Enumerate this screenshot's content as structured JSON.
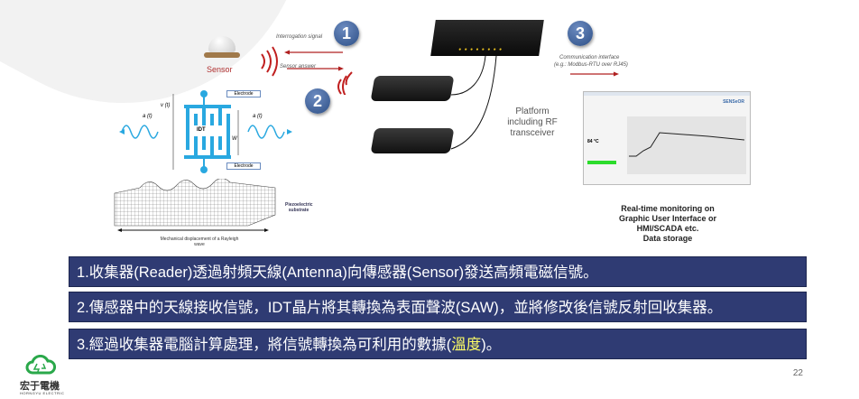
{
  "diagram": {
    "sensor_label": "Sensor",
    "interrogation_signal": "Interrogation signal",
    "sensor_answer": "Sensor answer",
    "badges": [
      "1",
      "2",
      "3"
    ],
    "electrode_top": "Electrode",
    "electrode_bottom": "Electrode",
    "idt_label": "IDT",
    "v_label": "v (t)",
    "a_left": "a (t)",
    "a_right": "a (t)",
    "w_label": "W",
    "piezo_label": "Piezoelectric substrate",
    "displacement_label": "Mechanical displacement of a Rayleigh wave",
    "platform_label": "Platform including RF transceiver",
    "comm_interface": "Communication interface",
    "comm_example": "(e.g.: Modbus-RTU over RJ45)",
    "monitor_caption": [
      "Real-time monitoring on",
      "Graphic User Interface or",
      "HMI/SCADA etc.",
      "Data storage"
    ],
    "gui_brand": "SENSeOR",
    "gui_temp": "84 °C"
  },
  "steps": [
    {
      "text": "1.收集器(Reader)透過射頻天線(Antenna)向傳感器(Sensor)發送高頻電磁信號。"
    },
    {
      "text": "2.傳感器中的天線接收信號，IDT晶片將其轉換為表面聲波(SAW)，並將修改後信號反射回收集器。"
    },
    {
      "text_before": "3.經過收集器電腦計算處理，將信號轉換為可利用的數據(",
      "highlight": "溫度",
      "text_after": ")。"
    }
  ],
  "colors": {
    "box_bg": "#2f3b73",
    "highlight": "#ffff66"
  },
  "page_number": "22",
  "logo": {
    "name": "宏于電機",
    "sub": "HORNGYU ELECTRIC"
  }
}
